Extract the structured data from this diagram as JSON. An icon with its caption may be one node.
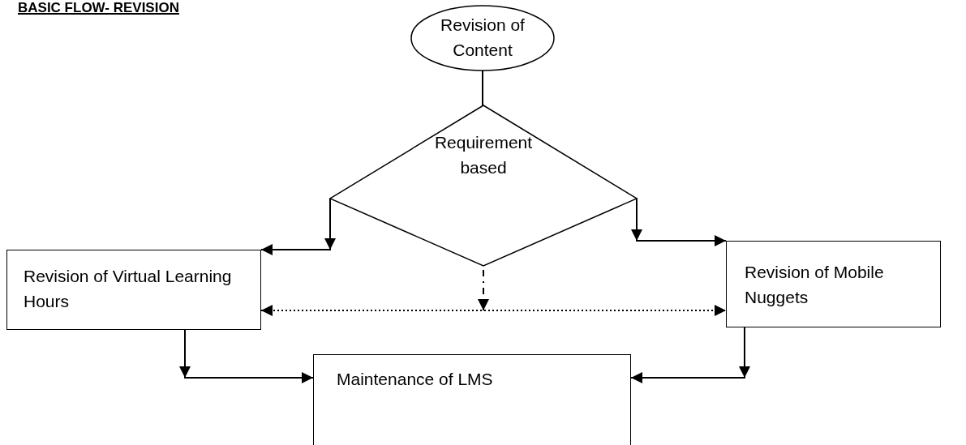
{
  "diagram": {
    "title": "BASIC FLOW- REVISION",
    "nodes": [
      {
        "text": [
          "Revision of Content"
        ]
      },
      {
        "text": [
          "Requirement based"
        ]
      },
      {
        "text": [
          "Revision of Virtual Learning Hours"
        ]
      },
      {
        "text": [
          "Revision of Mobile Nuggets"
        ]
      },
      {
        "text": [
          "Maintenance of LMS"
        ]
      }
    ],
    "edges": [
      {
        "from": 0,
        "to": 1,
        "arrow": "none"
      },
      {
        "from": 1,
        "to": 2,
        "arrow": "to"
      },
      {
        "from": 1,
        "to": 3,
        "arrow": "to"
      },
      {
        "from": 1,
        "to": null,
        "arrow": "to",
        "style": "dashed"
      },
      {
        "from": 2,
        "to": 3,
        "arrow": "both",
        "style": "dashed"
      },
      {
        "from": 2,
        "to": 4,
        "arrow": "to"
      },
      {
        "from": 3,
        "to": 4,
        "arrow": "to"
      }
    ]
  }
}
